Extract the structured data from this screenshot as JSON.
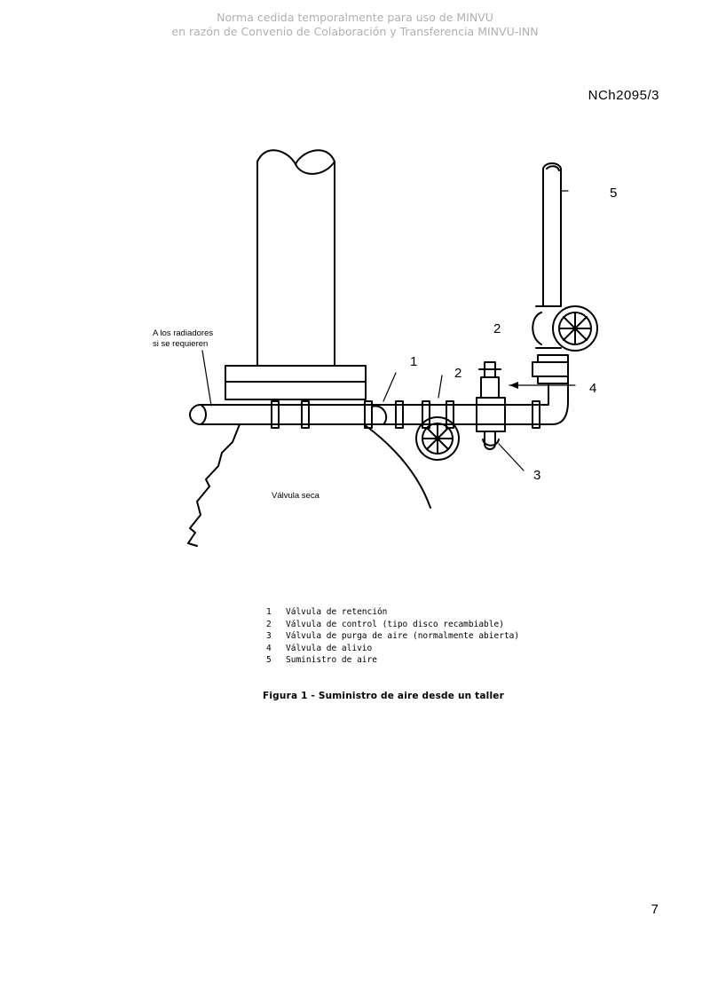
{
  "watermark": {
    "line1": "Norma cedida temporalmente para uso de MINVU",
    "line2": "en razón de Convenio de Colaboración y Transferencia MINVU-INN"
  },
  "header": {
    "doc_number": "NCh2095/3"
  },
  "figure": {
    "labels": {
      "to_radiators_line1": "A los radiadores",
      "to_radiators_line2": "si se requieren",
      "dry_valve": "Válvula seca",
      "n1": "1",
      "n2a": "2",
      "n2b": "2",
      "n3": "3",
      "n4": "4",
      "n5": "5"
    }
  },
  "legend": {
    "items": [
      {
        "num": "1",
        "text": "Válvula de retención"
      },
      {
        "num": "2",
        "text": "Válvula de control (tipo disco recambiable)"
      },
      {
        "num": "3",
        "text": "Válvula de purga de aire (normalmente abierta)"
      },
      {
        "num": "4",
        "text": "Válvula de alivio"
      },
      {
        "num": "5",
        "text": "Suministro de aire"
      }
    ]
  },
  "caption": "Figura 1 - Suministro de aire desde un taller",
  "footer": {
    "page_number": "7"
  }
}
